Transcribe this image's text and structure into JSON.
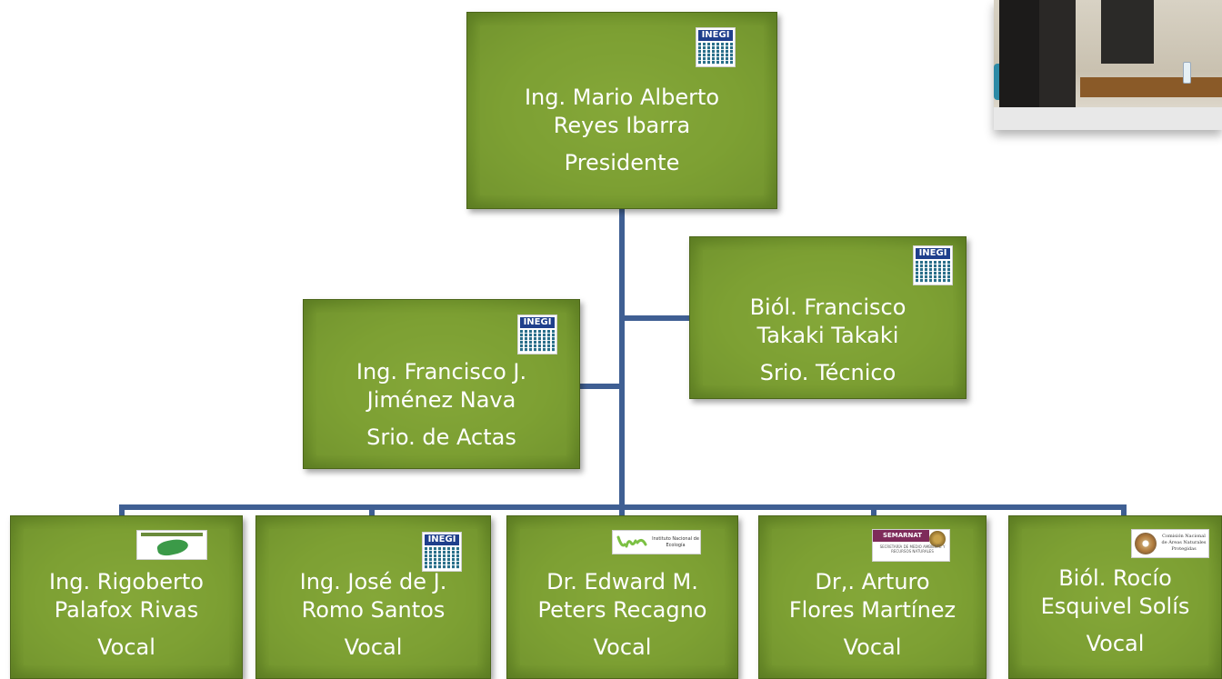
{
  "nodes": [
    {
      "id": "president",
      "name": "Ing. Mario Alberto\nReyes Ibarra",
      "role": "Presidente",
      "logo": "inegi-logo"
    },
    {
      "id": "secretary-technical",
      "name": "Biól. Francisco\nTakaki Takaki",
      "role": "Srio. Técnico",
      "logo": "inegi-logo"
    },
    {
      "id": "secretary-minutes",
      "name": "Ing. Francisco J.\nJiménez Nava",
      "role": "Srio. de Actas",
      "logo": "inegi-logo"
    },
    {
      "id": "vocal-1",
      "name": "Ing. Rigoberto\nPalafox Rivas",
      "role": "Vocal",
      "logo": "green-map-logo"
    },
    {
      "id": "vocal-2",
      "name": "Ing. José de J.\nRomo Santos",
      "role": "Vocal",
      "logo": "inegi-logo"
    },
    {
      "id": "vocal-3",
      "name": "Dr. Edward M.\nPeters Recagno",
      "role": "Vocal",
      "logo": "ine-logo"
    },
    {
      "id": "vocal-4",
      "name": "Dr,. Arturo\nFlores Martínez",
      "role": "Vocal",
      "logo": "semarnat-logo"
    },
    {
      "id": "vocal-5",
      "name": "Biól. Rocío\nEsquivel   Solís",
      "role": "Vocal",
      "logo": "conanp-logo"
    }
  ],
  "logos": {
    "inegi": "INEGI",
    "ine": "Instituto Nacional de Ecología",
    "semarnat": "SEMARNAT",
    "semarnat_sub": "SECRETARÍA DE MEDIO AMBIENTE Y RECURSOS NATURALES",
    "conanp": "Comisión Nacional de Áreas Naturales Protegidas"
  },
  "colors": {
    "box_fill": "#7a9c32",
    "box_border": "#4b651a",
    "connector": "#3f5f93",
    "text": "#ffffff"
  },
  "photo": {
    "icon": "meeting-photo"
  }
}
